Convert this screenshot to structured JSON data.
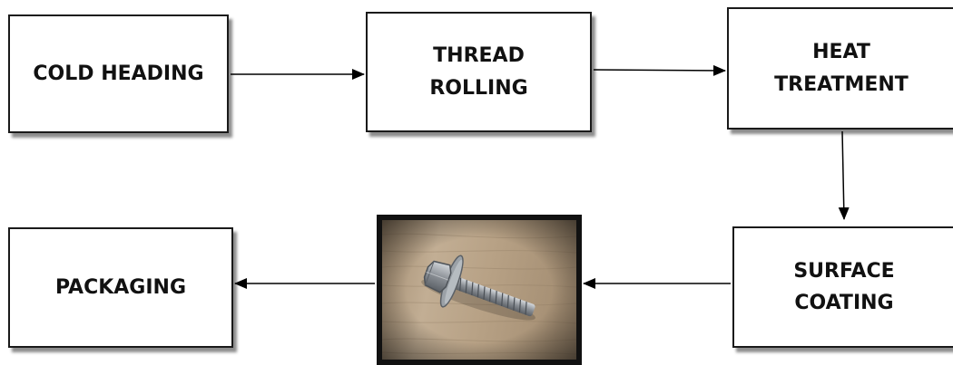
{
  "diagram": {
    "steps": {
      "cold_heading": {
        "lines": [
          "COLD HEADING"
        ]
      },
      "thread_rolling": {
        "lines": [
          "THREAD",
          "ROLLING"
        ]
      },
      "heat_treatment": {
        "lines": [
          "HEAT",
          "TREATMENT"
        ]
      },
      "surface_coating": {
        "lines": [
          "SURFACE",
          "COATING"
        ]
      },
      "packaging": {
        "lines": [
          "PACKAGING"
        ]
      }
    },
    "photo": {
      "subject": "bolt-with-washer-photo"
    },
    "flow": [
      "cold_heading",
      "thread_rolling",
      "heat_treatment",
      "surface_coating",
      "photo",
      "packaging"
    ],
    "colors": {
      "border": "#1a1a1a",
      "text": "#111111",
      "arrow": "#000000",
      "wood": "#b9a489"
    }
  }
}
